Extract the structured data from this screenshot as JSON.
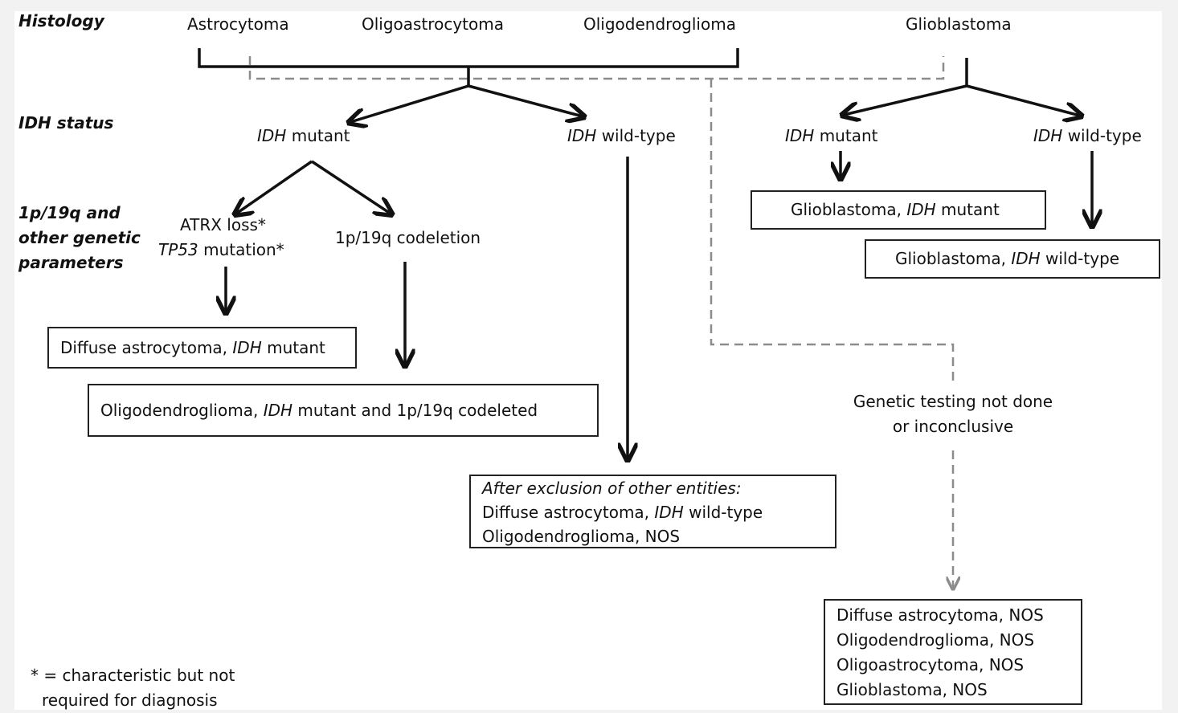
{
  "row_labels": {
    "histology": "Histology",
    "idh_status": "IDH status",
    "genetic_1": "1p/19q and",
    "genetic_2": "other genetic",
    "genetic_3": "parameters"
  },
  "histology": {
    "astrocytoma": "Astrocytoma",
    "oligoastrocytoma": "Oligoastrocytoma",
    "oligodendroglioma": "Oligodendroglioma",
    "glioblastoma": "Glioblastoma"
  },
  "idh": {
    "gene": "IDH",
    "mutant": "mutant",
    "wild_type": "wild-type"
  },
  "genetic": {
    "atrx_loss": "ATRX loss*",
    "tp53": "TP53",
    "tp53_suffix": "mutation*",
    "codeletion": "1p/19q codeletion"
  },
  "boxes": {
    "diffuse_astro_prefix": "Diffuse astrocytoma,",
    "oligo_prefix": "Oligodendroglioma,",
    "oligo_suffix": "mutant and 1p/19q codeleted",
    "gbm_prefix": "Glioblastoma,",
    "exclusion_heading": "After exclusion of other entities:",
    "exclusion_line1_prefix": "Diffuse astrocytoma,",
    "exclusion_line2": "Oligodendroglioma, NOS",
    "nos_1": "Diffuse astrocytoma, NOS",
    "nos_2": "Oligodendroglioma, NOS",
    "nos_3": "Oligoastrocytoma, NOS",
    "nos_4": "Glioblastoma, NOS"
  },
  "genetic_testing": {
    "line1": "Genetic testing not done",
    "line2": "or inconclusive"
  },
  "footnote": {
    "line1": "* = characteristic but not",
    "line2": "required for diagnosis"
  },
  "colors": {
    "solid_line": "#111111",
    "dashed_line": "#8c8c8c",
    "background": "#f2f2f2"
  }
}
